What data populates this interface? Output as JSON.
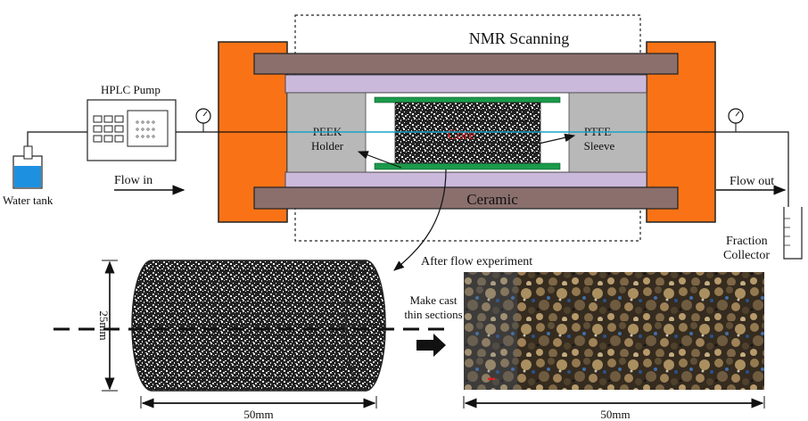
{
  "labels": {
    "nmr_scanning": "NMR Scanning",
    "hplc_pump": "HPLC Pump",
    "water_tank": "Water tank",
    "flow_in": "Flow in",
    "flow_out": "Flow out",
    "fraction_collector_line1": "Fraction",
    "fraction_collector_line2": "Collector",
    "peek_line1": "PEEK",
    "peek_line2": "Holder",
    "ptfe_line1": "PTFE",
    "ptfe_line2": "Sleeve",
    "core": "Core",
    "ceramic": "Ceramic",
    "after_flow": "After flow experiment",
    "make_cast_line1": "Make cast",
    "make_cast_line2": "thin sections",
    "dim_height": "25mm",
    "dim_length_core": "50mm",
    "dim_length_section": "50mm"
  },
  "colors": {
    "orange_frame": "#f97316",
    "ceramic_bar": "#8a6f6d",
    "lavender_liner": "#cbb9dc",
    "green_plate": "#1a9a4a",
    "peek_gray": "#b8b8b8",
    "flow_line_blue": "#1aa3c8",
    "water_blue": "#1e90e0",
    "core_red_text": "#e02020"
  }
}
